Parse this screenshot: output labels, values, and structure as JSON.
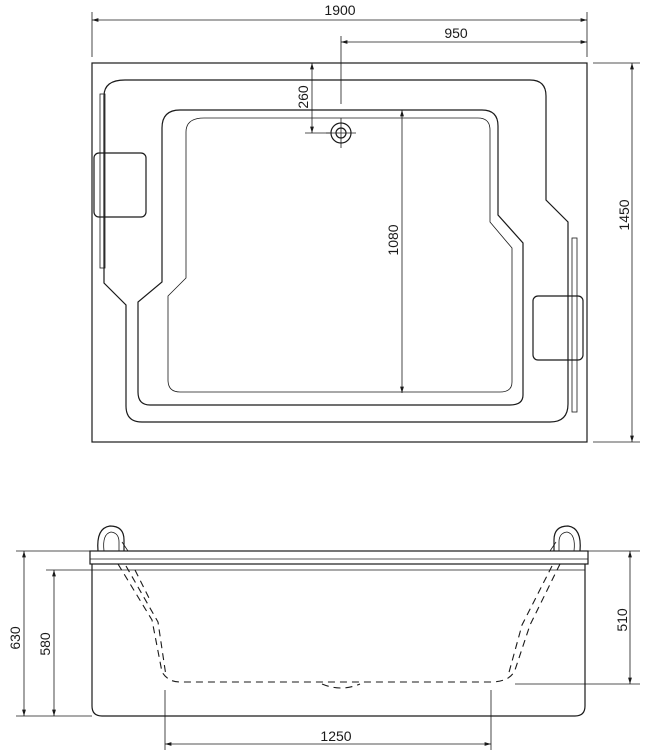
{
  "drawing": {
    "plan_view": {
      "width_label": "1900",
      "half_width_label": "950",
      "depth_label": "1450",
      "drain_offset_label": "260",
      "inner_length_label": "1080"
    },
    "side_view": {
      "total_height_label": "630",
      "body_height_label": "580",
      "inner_depth_label": "510",
      "bottom_length_label": "1250"
    },
    "colors": {
      "ink": "#1a1a1a",
      "background": "#ffffff"
    }
  }
}
